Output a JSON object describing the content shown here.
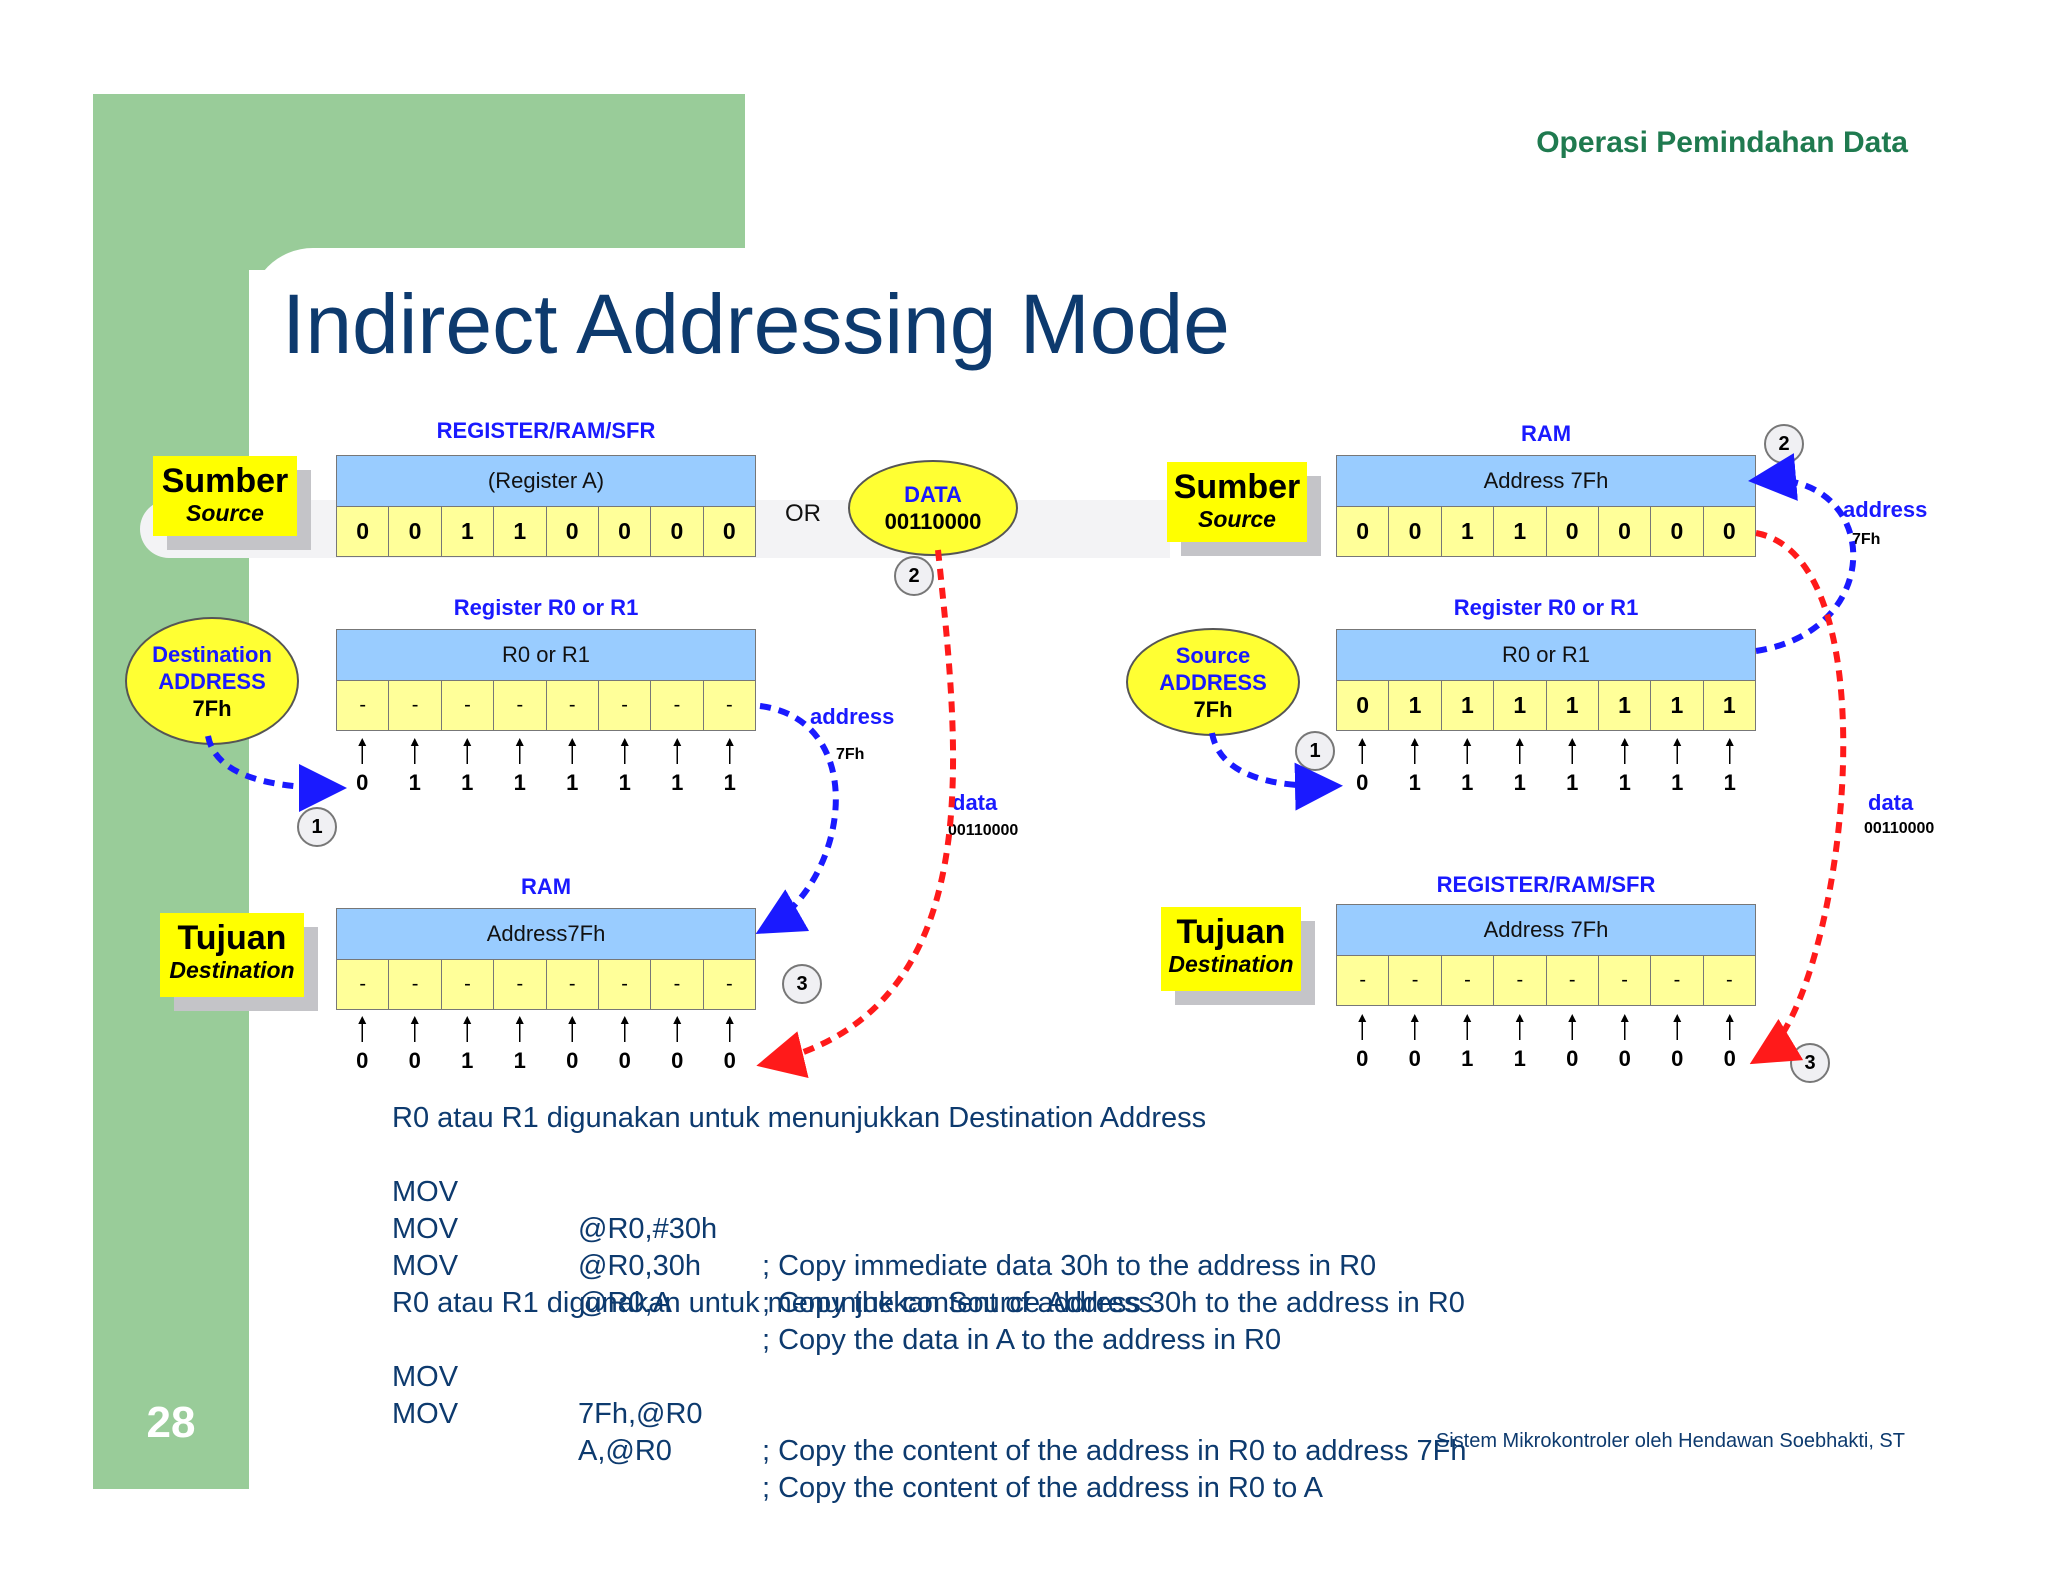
{
  "header": {
    "title": "Operasi Pemindahan Data"
  },
  "slide": {
    "title": "Indirect Addressing Mode",
    "page_number": "28",
    "footer": "Sistem Mikrokontroler oleh Hendawan Soebhakti, ST"
  },
  "left": {
    "source_caption": "REGISTER/RAM/SFR",
    "source_label": {
      "big": "Sumber",
      "small": "Source"
    },
    "source_reg": {
      "head": "(Register A)",
      "bits": [
        "0",
        "0",
        "1",
        "1",
        "0",
        "0",
        "0",
        "0"
      ]
    },
    "or_label": "OR",
    "data_ellipse": {
      "title": "DATA",
      "value": "00110000"
    },
    "pointer_caption": "Register R0 or R1",
    "pointer_ellipse": {
      "line1": "Destination",
      "line2": "ADDRESS",
      "line3": "7Fh"
    },
    "pointer_reg": {
      "head": "R0 or R1",
      "bits": [
        "-",
        "-",
        "-",
        "-",
        "-",
        "-",
        "-",
        "-"
      ]
    },
    "pointer_bits": [
      "0",
      "1",
      "1",
      "1",
      "1",
      "1",
      "1",
      "1"
    ],
    "address_label": "address",
    "address_value": "7Fh",
    "data_label": "data",
    "data_value": "00110000",
    "dest_caption": "RAM",
    "dest_label": {
      "big": "Tujuan",
      "small": "Destination"
    },
    "dest_reg": {
      "head": "Address7Fh",
      "bits": [
        "-",
        "-",
        "-",
        "-",
        "-",
        "-",
        "-",
        "-"
      ]
    },
    "dest_bits": [
      "0",
      "0",
      "1",
      "1",
      "0",
      "0",
      "0",
      "0"
    ],
    "steps": [
      "1",
      "2",
      "3"
    ]
  },
  "right": {
    "source_caption": "RAM",
    "source_label": {
      "big": "Sumber",
      "small": "Source"
    },
    "source_reg": {
      "head": "Address 7Fh",
      "bits": [
        "0",
        "0",
        "1",
        "1",
        "0",
        "0",
        "0",
        "0"
      ]
    },
    "pointer_caption": "Register R0 or R1",
    "pointer_ellipse": {
      "line1": "Source",
      "line2": "ADDRESS",
      "line3": "7Fh"
    },
    "pointer_reg": {
      "head": "R0 or R1",
      "bits": [
        "0",
        "1",
        "1",
        "1",
        "1",
        "1",
        "1",
        "1"
      ]
    },
    "pointer_bits": [
      "0",
      "1",
      "1",
      "1",
      "1",
      "1",
      "1",
      "1"
    ],
    "address_label": "address",
    "address_value": "7Fh",
    "data_label": "data",
    "data_value": "00110000",
    "dest_caption": "REGISTER/RAM/SFR",
    "dest_label": {
      "big": "Tujuan",
      "small": "Destination"
    },
    "dest_reg": {
      "head": "Address 7Fh",
      "bits": [
        "-",
        "-",
        "-",
        "-",
        "-",
        "-",
        "-",
        "-"
      ]
    },
    "dest_bits": [
      "0",
      "0",
      "1",
      "1",
      "0",
      "0",
      "0",
      "0"
    ],
    "steps": [
      "1",
      "2",
      "3"
    ]
  },
  "colors": {
    "green_panel": "#99cc99",
    "title": "#0d3a6e",
    "header": "#1f7a4f",
    "yellow_cell": "#ffff99",
    "blue_header": "#99ccff",
    "label_yellow": "#ffff00",
    "address_arrow": "#1a1aff",
    "data_arrow": "#ff1a1a"
  },
  "text": {
    "dest_heading": "R0 atau R1 digunakan untuk menunjukkan Destination Address",
    "dest_lines": [
      {
        "op": "MOV",
        "args": "@R0,#30h",
        "comment": "; Copy immediate data 30h to the address in R0"
      },
      {
        "op": "MOV",
        "args": "@R0,30h",
        "comment": "; Copy the content of address 30h to the address in R0"
      },
      {
        "op": "MOV",
        "args": "@R0,A",
        "comment": "; Copy the data in A to the address in R0"
      }
    ],
    "src_heading": "R0 atau R1 digunakan untuk menunjukkan Source Address",
    "src_lines": [
      {
        "op": "MOV",
        "args": "7Fh,@R0",
        "comment": "; Copy the content of the address in R0 to address 7Fh"
      },
      {
        "op": "MOV",
        "args": "A,@R0",
        "comment": "; Copy the content of the address in R0 to A"
      }
    ]
  }
}
